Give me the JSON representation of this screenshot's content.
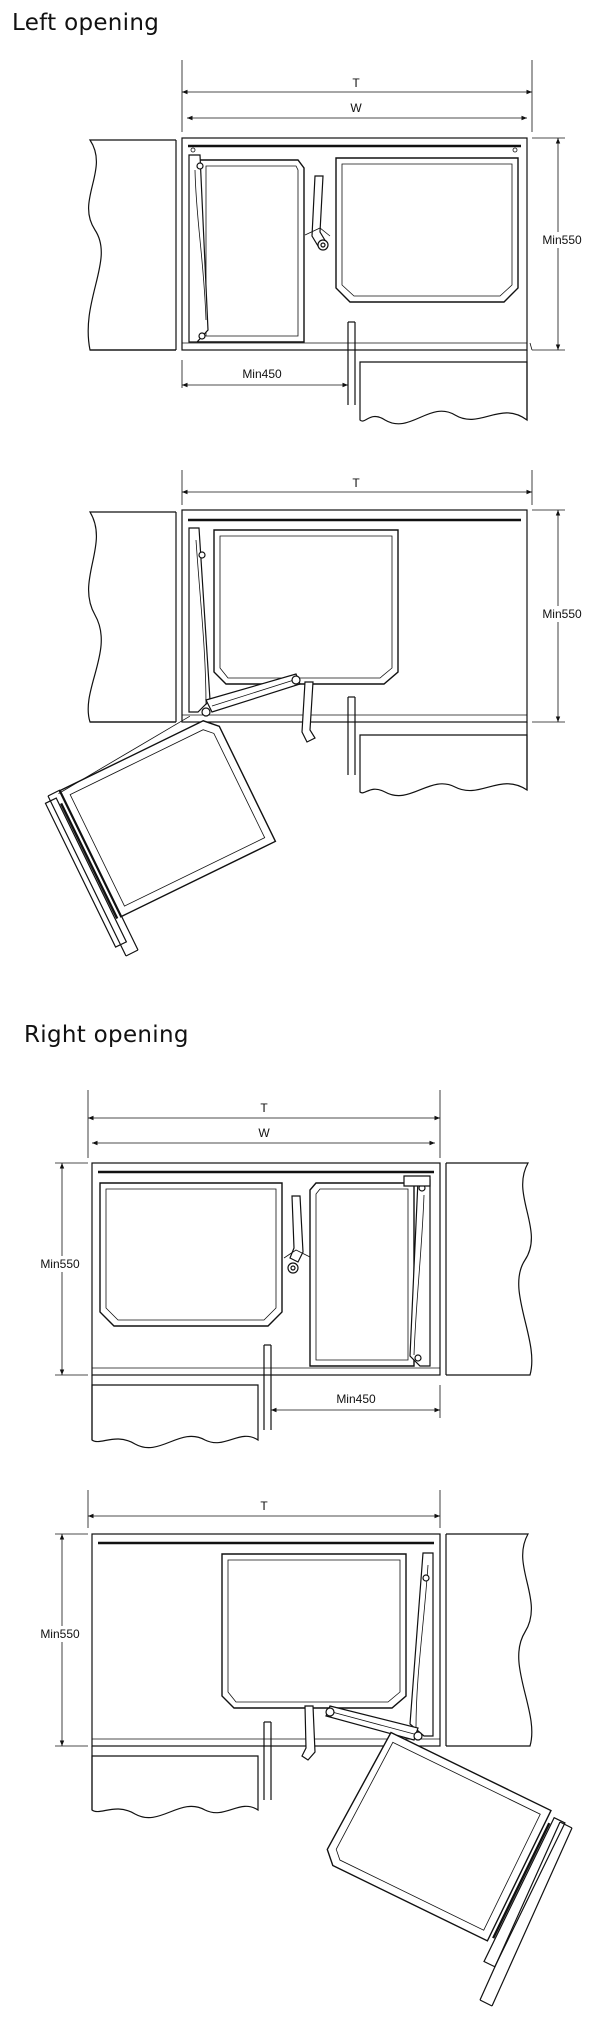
{
  "sections": {
    "left": {
      "title": "Left opening"
    },
    "right": {
      "title": "Right opening"
    }
  },
  "labels": {
    "total_width": "T",
    "inner_width": "W",
    "min_depth": "Min550",
    "min_opening": "Min450"
  }
}
